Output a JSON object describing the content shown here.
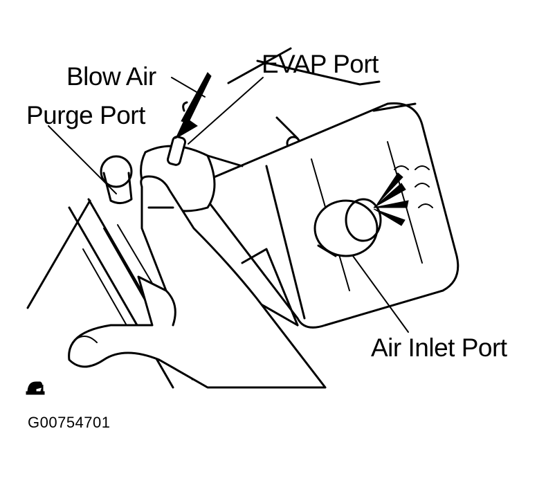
{
  "labels": {
    "blow_air": "Blow Air",
    "evap_port": "EVAP Port",
    "purge_port": "Purge Port",
    "air_inlet_port": "Air Inlet Port"
  },
  "figure_id": "G00754701",
  "icon": "hand-symbol-icon"
}
